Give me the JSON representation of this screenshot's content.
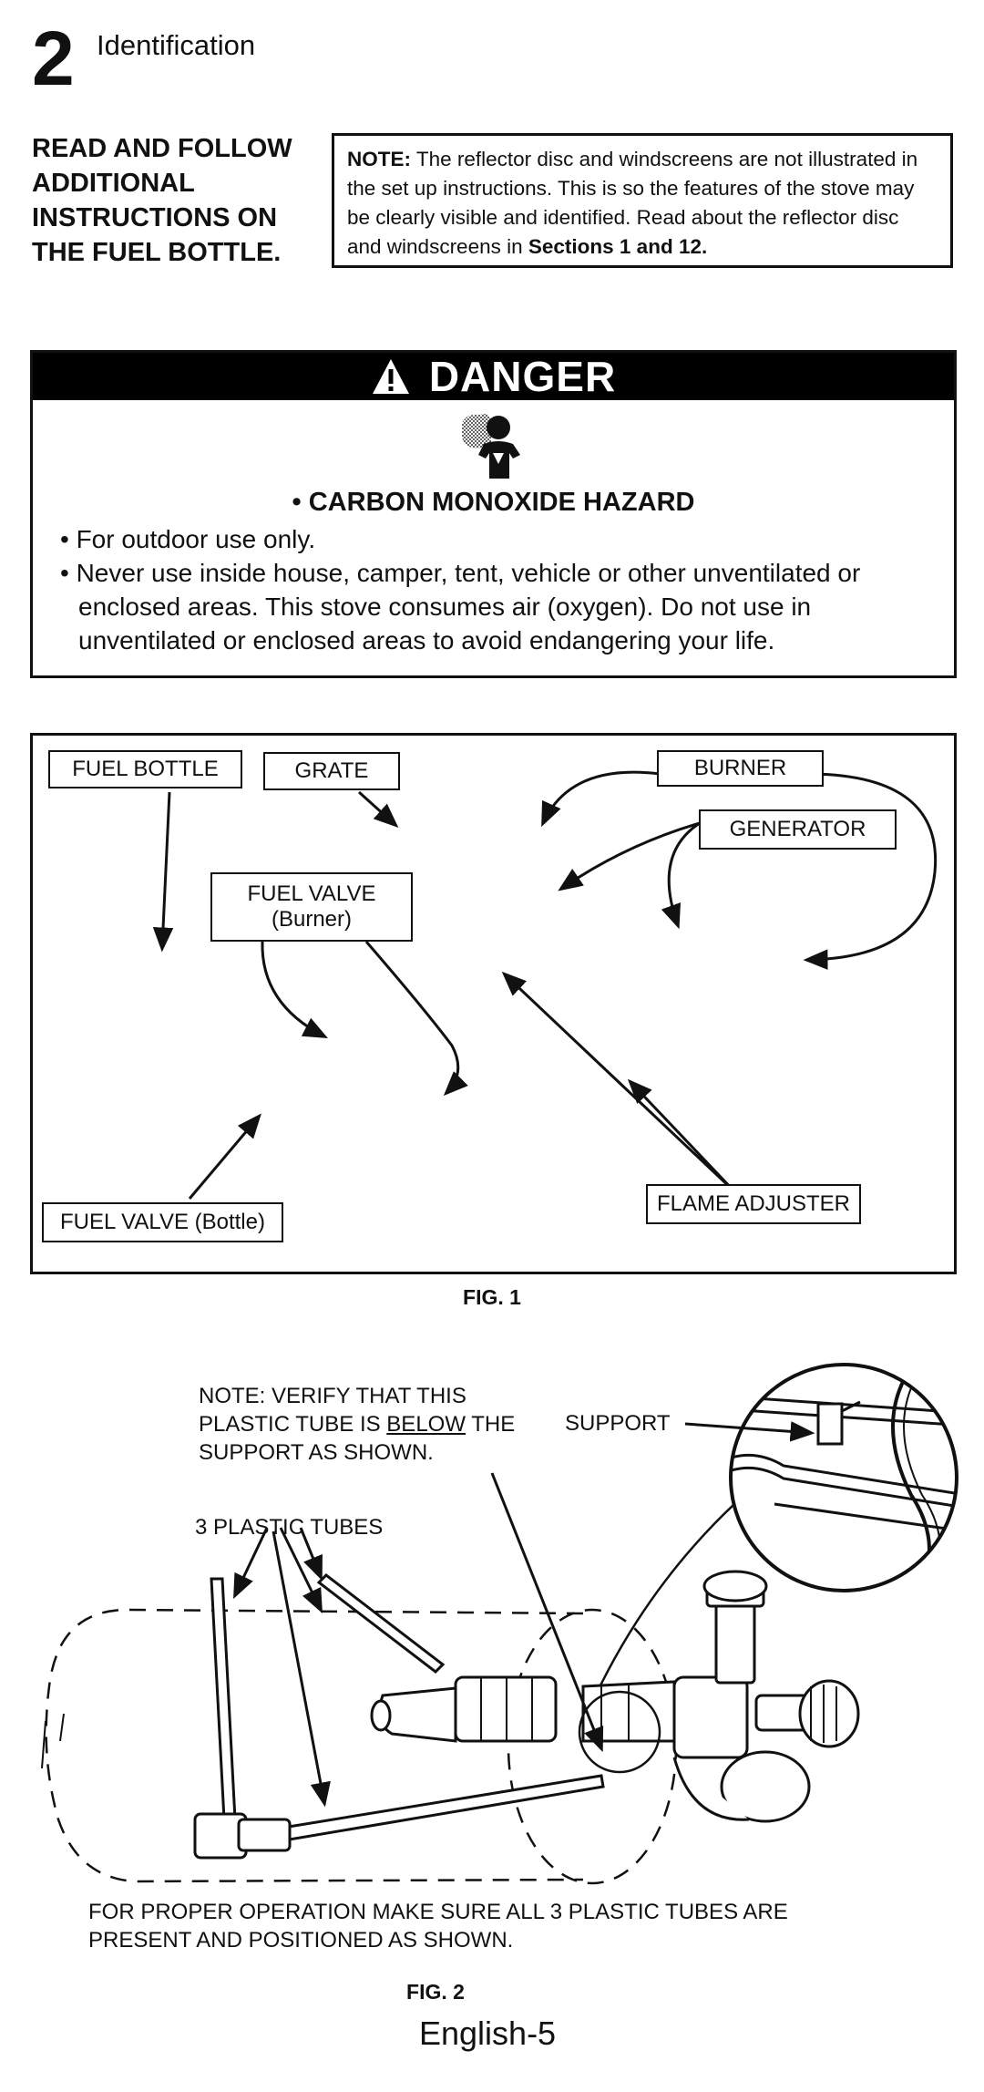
{
  "header": {
    "section_number": "2",
    "section_title": "Identification"
  },
  "read_follow": "READ AND FOLLOW ADDITIONAL INSTRUCTIONS ON THE FUEL BOTTLE.",
  "note": {
    "label": "NOTE:",
    "text": "The reflector disc and windscreens are not illustrated in the set up instructions.  This is so the features of the stove may be clearly visible and identified.  Read about the reflector disc and windscreens in",
    "ref": "Sections 1 and 12."
  },
  "danger": {
    "header": "DANGER",
    "hazard": "• CARBON MONOXIDE HAZARD",
    "items": [
      "• For outdoor use only.",
      "• Never use inside house, camper, tent, vehicle or other unventilated or enclosed areas. This stove consumes air (oxygen). Do not use in unventilated or enclosed areas to avoid endangering your life."
    ]
  },
  "fig1": {
    "labels": {
      "fuel_bottle": "FUEL BOTTLE",
      "grate": "GRATE",
      "burner": "BURNER",
      "generator": "GENERATOR",
      "fuel_valve_burner_1": "FUEL VALVE",
      "fuel_valve_burner_2": "(Burner)",
      "flame_adjuster": "FLAME ADJUSTER",
      "fuel_valve_bottle": "FUEL VALVE (Bottle)"
    },
    "caption": "FIG. 1"
  },
  "fig2": {
    "note_prefix": "NOTE:  VERIFY THAT THIS PLASTIC TUBE IS",
    "note_below": "BELOW",
    "note_suffix": "THE SUPPORT AS SHOWN.",
    "support": "SUPPORT",
    "tubes": "3 PLASTIC TUBES",
    "bottom_note": "FOR PROPER OPERATION MAKE SURE ALL 3 PLASTIC TUBES ARE PRESENT AND POSITIONED AS SHOWN.",
    "caption": "FIG. 2"
  },
  "footer": {
    "page": "English-5"
  }
}
